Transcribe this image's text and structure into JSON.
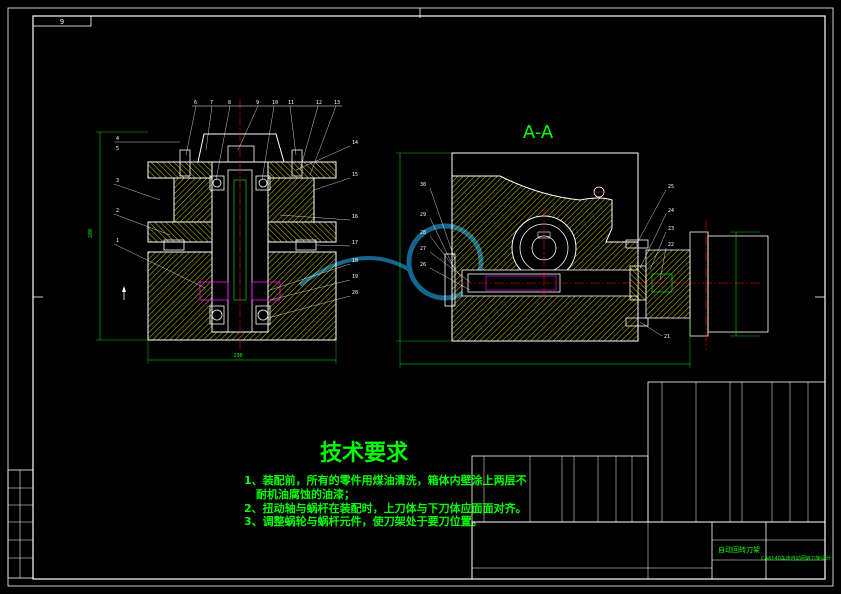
{
  "sheet_number": "9",
  "section_label": "A-A",
  "tech_requirements": {
    "title": "技术要求",
    "lines": [
      "1、装配前，所有的零件用煤油清洗，箱体内壁涂上两层不",
      "耐机油腐蚀的油漆；",
      "2、扭动轴与蜗杆在装配时，上刀体与下刀体应面面对齐。",
      "3、调整蜗轮与蜗杆元件，使刀架处于要刀位置。"
    ]
  },
  "title_block": {
    "drawing_name": "自动回转刀架",
    "product_name": "CA6140车床自动回转刀架设计"
  },
  "callouts_top": [
    "6",
    "7",
    "8",
    "9",
    "10",
    "11",
    "12",
    "13"
  ],
  "callouts_left": [
    "4",
    "5",
    "3",
    "2",
    "1"
  ],
  "callouts_right": [
    "14",
    "15",
    "16",
    "17",
    "18",
    "19",
    "20"
  ],
  "callouts_section_left": [
    "30",
    "29",
    "28",
    "27",
    "26"
  ],
  "callouts_section_right": [
    "25",
    "24",
    "23",
    "22",
    "21"
  ],
  "colors": {
    "frame": "#ffffff",
    "outline": "#ffffff",
    "hatch": "#ffff00",
    "centerline": "#ff0000",
    "dimension": "#00ff00",
    "text": "#00ff00",
    "watermark": "#1c7fb0"
  }
}
